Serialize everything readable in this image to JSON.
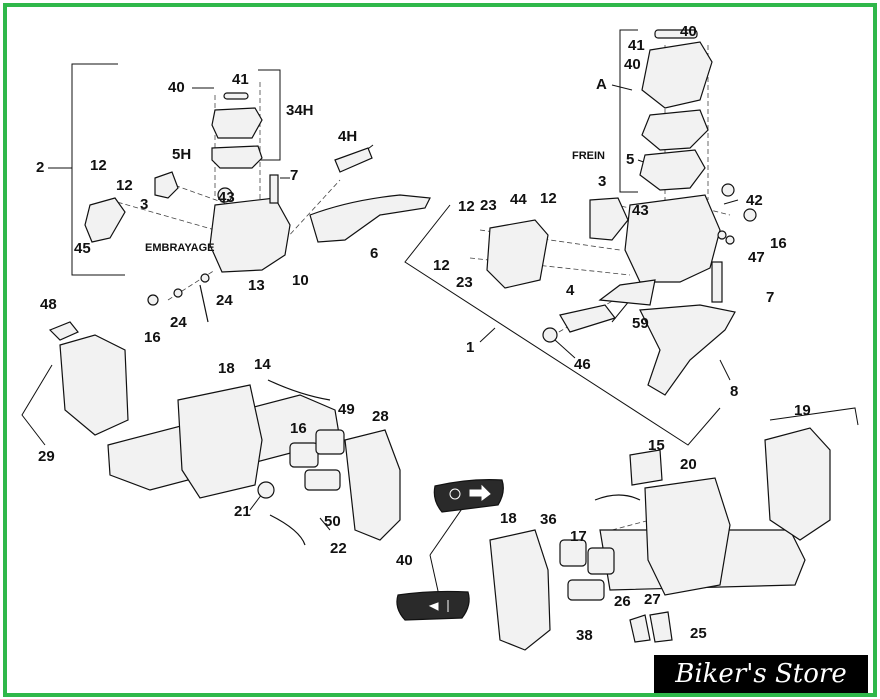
{
  "labels": {
    "l40a": "40",
    "l41a": "41",
    "l34h": "34H",
    "l2": "2",
    "l12a": "12",
    "l12b": "12",
    "l5h": "5H",
    "l4h": "4H",
    "l3a": "3",
    "l7a": "7",
    "l43a": "43",
    "l45": "45",
    "embrayage": "EMBRAYAGE",
    "l6": "6",
    "l13": "13",
    "l10": "10",
    "l24a": "24",
    "l24b": "24",
    "l16a": "16",
    "l48": "48",
    "l18a": "18",
    "l14": "14",
    "l49": "49",
    "l28": "28",
    "l16b": "16",
    "l29": "29",
    "l21": "21",
    "l50": "50",
    "l22": "22",
    "l40b": "40",
    "l41b": "41",
    "l40c": "40",
    "lA": "A",
    "frein": "FREIN",
    "l5": "5",
    "l12c": "12",
    "l23a": "23",
    "l44": "44",
    "l12d": "12",
    "l3b": "3",
    "l43b": "43",
    "l42": "42",
    "l16c": "16",
    "l47": "47",
    "l12e": "12",
    "l23b": "23",
    "l4": "4",
    "l7b": "7",
    "l59": "59",
    "l1": "1",
    "l46": "46",
    "l8": "8",
    "l19": "19",
    "l15": "15",
    "l20": "20",
    "l36": "36",
    "l17": "17",
    "l18b": "18",
    "l40d": "40",
    "l26": "26",
    "l27": "27",
    "l25": "25",
    "l38": "38"
  },
  "watermark": "Biker's Store",
  "colors": {
    "border": "#2fb84a",
    "line": "#111111",
    "part_fill": "#f2f2f2",
    "switch_fill": "#2a2a2a"
  }
}
